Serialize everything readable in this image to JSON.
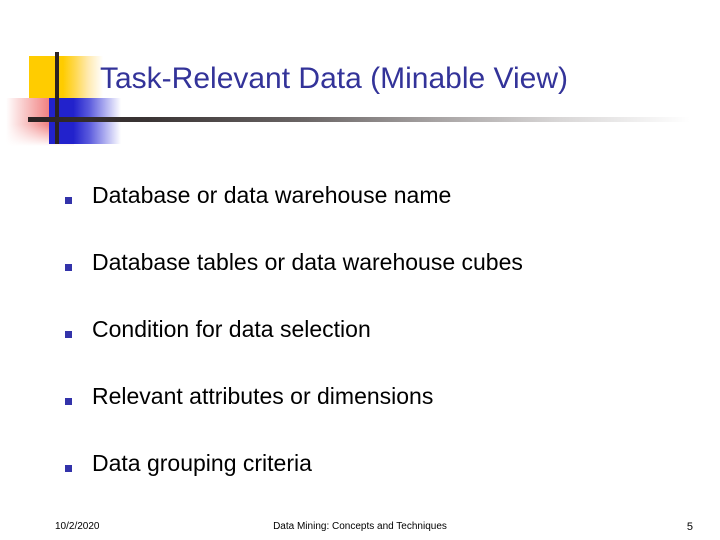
{
  "slide": {
    "title": "Task-Relevant Data (Minable View)",
    "title_color": "#333399",
    "background_color": "#ffffff",
    "decoration": {
      "yellow_block_color": "#ffcc00",
      "red_block_color": "#ee5555",
      "blue_block_color": "#2222cc",
      "rule_color": "#2b2222"
    },
    "bullets": [
      {
        "marker": "square-bullet",
        "text": "Database or data warehouse name"
      },
      {
        "marker": "square-bullet",
        "text": "Database tables or data warehouse cubes"
      },
      {
        "marker": "square-bullet",
        "text": "Condition for data selection"
      },
      {
        "marker": "square-bullet",
        "text": "Relevant attributes or dimensions"
      },
      {
        "marker": "square-bullet",
        "text": "Data grouping criteria"
      }
    ],
    "bullet_color": "#3333aa",
    "footer": {
      "date": "10/2/2020",
      "center": "Data Mining: Concepts and Techniques",
      "page_number": "5"
    }
  }
}
